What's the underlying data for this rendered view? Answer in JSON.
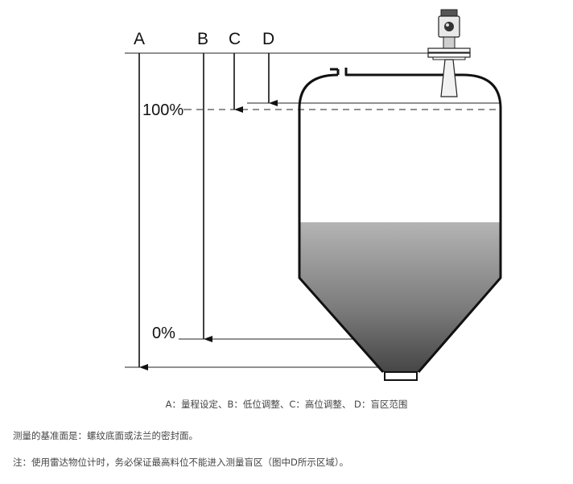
{
  "labels": {
    "a": "A",
    "b": "B",
    "c": "C",
    "d": "D",
    "pct_100": "100%",
    "pct_0": "0%"
  },
  "caption": "A：量程设定、B：低位调整、C：高位调整、 D：盲区范围",
  "notes": [
    "测量的基准面是：螺纹底面或法兰的密封面。",
    "注：使用雷达物位计时，务必保证最高料位不能进入测量盲区（图中D所示区域）。"
  ]
}
